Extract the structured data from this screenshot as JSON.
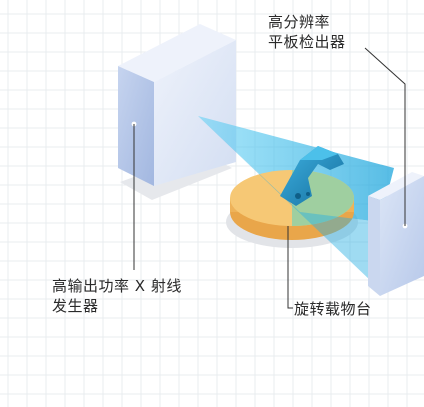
{
  "labels": {
    "detector": [
      "高分辨率",
      "平板检出器"
    ],
    "source": [
      "高输出功率 X 射线",
      "发生器"
    ],
    "stage": "旋转载物台"
  },
  "colors": {
    "grid": "#e9ecef",
    "box_front": "#a9bde4",
    "box_side": "#cfdcf2",
    "box_top": "#e8eefa",
    "beam": "#3bbbe6",
    "turntable_orange": "#f6c875",
    "turntable_green": "#9fcfa0",
    "part_blue": "#1f86b8",
    "leader_line": "#333333"
  }
}
